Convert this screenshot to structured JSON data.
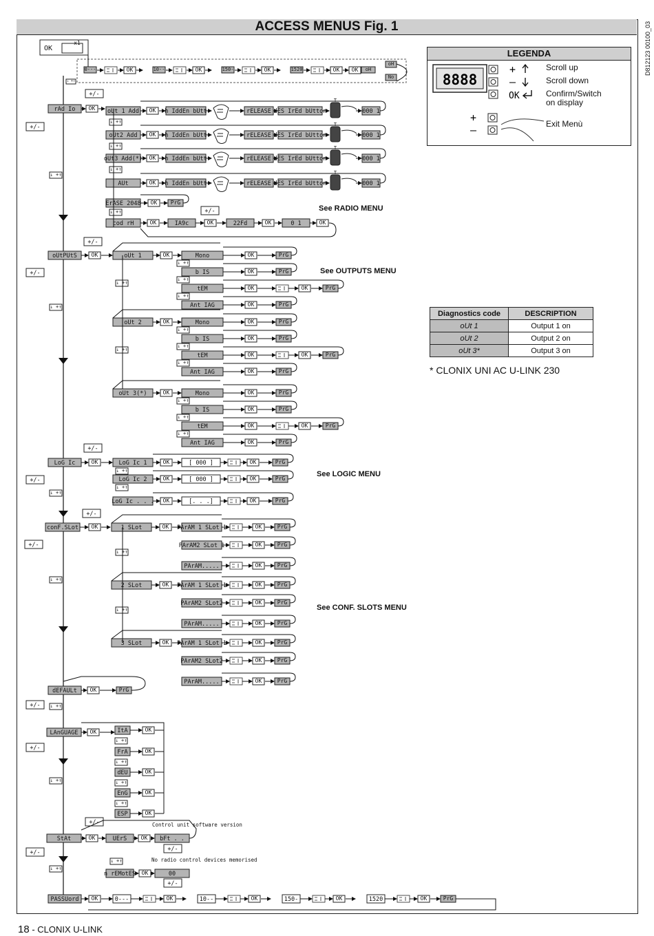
{
  "title": "ACCESS MENUS Fig. 1",
  "doc_code": "D812123 00100_03",
  "footer": {
    "page": "18",
    "sep": "-",
    "product": "CLONIX U-LINK"
  },
  "legend": {
    "title": "LEGENDA",
    "display": "8888",
    "plus": "+",
    "minus": "–",
    "ok": "OK",
    "items": [
      "Scroll up",
      "Scroll down",
      "Confirm/Switch on display",
      "Exit Menù"
    ]
  },
  "diagnostics": {
    "headers": [
      "Diagnostics code",
      "DESCRIPTION"
    ],
    "rows": [
      {
        "code": "oUt 1",
        "desc": "Output 1 on"
      },
      {
        "code": "oUt 2",
        "desc": "Output 2 on"
      },
      {
        "code": "oUt 3*",
        "desc": "Output 3 on"
      }
    ],
    "note": "* CLONIX UNI AC U-LINK 230"
  },
  "see": {
    "radio": "See  RADIO MENU",
    "outputs": "See OUTPUTS MENU",
    "logic": "See LOGIC MENU",
    "slots": "See CONF. SLOTS MENU"
  },
  "annotations": {
    "version": "Control unit software version",
    "remotes": "No radio control devices memorised"
  },
  "labels": {
    "ok": "OK",
    "pm": "+/-",
    "x1": "x1",
    "prg": "PrG",
    "ud": "↓ +↑",
    "hidden": "h IddEn bUtt",
    "release": "rELEASE",
    "desired": "dES IrEd bUtton",
    "code": "000 1"
  },
  "password_entry": [
    "0---",
    "10--",
    "150-",
    "1520",
    "oH",
    "No"
  ],
  "radio": {
    "menu": "rAd Io",
    "items": [
      "oUt 1 Add",
      "oUt2 Add",
      "oUt3 Add(*)",
      "AUt"
    ],
    "erase": "ErASE 2048",
    "cod": "cod rH",
    "cod_values": [
      "IA9c",
      "22Fd",
      "0 1"
    ]
  },
  "outputs": {
    "menu": "oUtPUtS",
    "outs": [
      "oUt 1",
      "oUt 2",
      "oUt 3(*)"
    ],
    "modes": [
      "Mono",
      "b IS",
      "tEM",
      "Ant IAG"
    ]
  },
  "logic": {
    "menu": "LoG Ic",
    "items": [
      "LoG Ic 1",
      "LoG Ic 2",
      "LoG Ic . . ."
    ],
    "values": [
      "[ 000 ]",
      "[ 000 ]",
      "[. . .]"
    ]
  },
  "slots": {
    "menu": "conF.SLot",
    "slots": [
      "1 SLot",
      "2 SLot",
      "3 SLot"
    ],
    "params": [
      [
        "PArAM 1 SLot 1",
        "PArAM2 SLot 1",
        "PArAM....."
      ],
      [
        "PArAM 1 SLot 1",
        "PArAM2 SLot2",
        "PArAM....."
      ],
      [
        "PArAM 1 SLot 1",
        "PArAM2 SLot2",
        "PArAM....."
      ]
    ]
  },
  "default": {
    "menu": "dEFAULt"
  },
  "language": {
    "menu": "LAnGUAGE",
    "items": [
      "ItA",
      "FrA",
      "dEU",
      "EnG",
      "ESP"
    ]
  },
  "state": {
    "menu": "StAt",
    "version": "UErS",
    "version_value": "bFt  . .",
    "remotes": "n rEMotES",
    "remotes_value": "00"
  },
  "password": {
    "menu": "PASSUord",
    "codes": [
      "0---",
      "10--",
      "150-",
      "1520"
    ]
  }
}
